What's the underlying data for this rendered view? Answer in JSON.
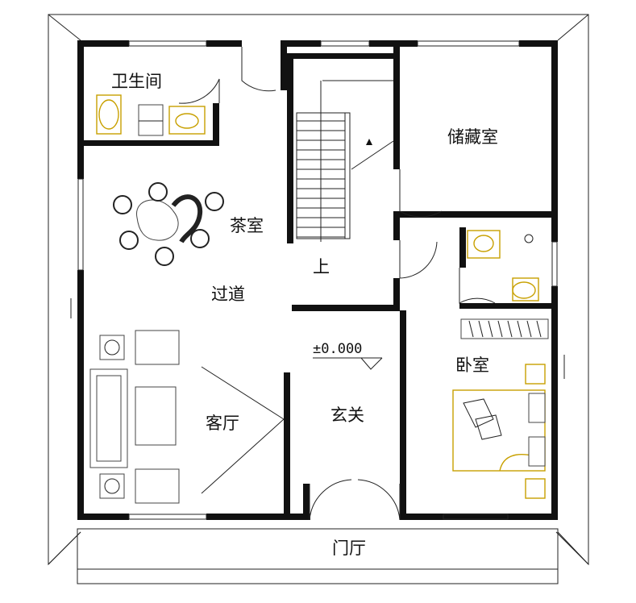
{
  "rooms": {
    "toilet": "卫生间",
    "tea_room": "茶室",
    "storage": "储藏室",
    "corridor": "过道",
    "living_room": "客厅",
    "foyer": "玄关",
    "bedroom": "卧室",
    "porch": "门厅",
    "stair_up": "上"
  },
  "elevation": "±0.000",
  "colors": {
    "wall": "#111111",
    "fixture": "#c8a000",
    "line": "#222222"
  }
}
